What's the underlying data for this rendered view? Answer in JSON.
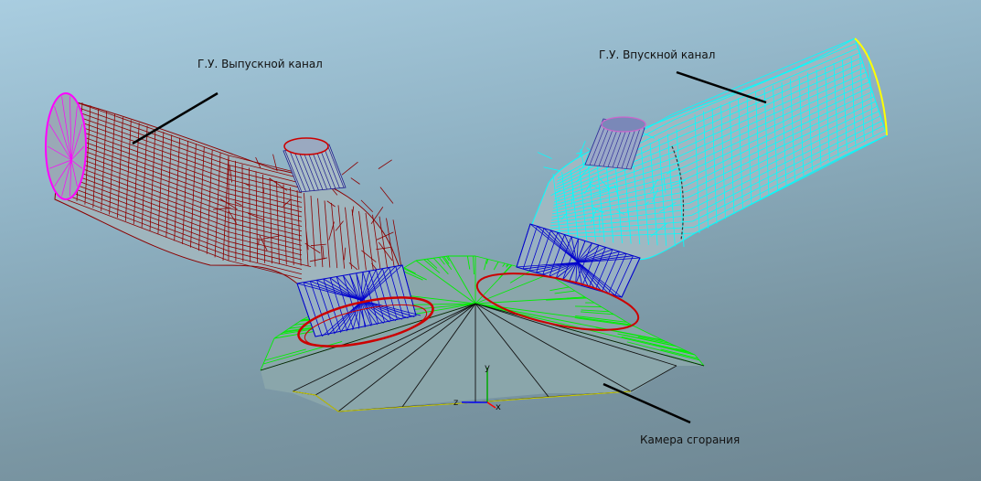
{
  "annotations": {
    "exhaust_label": "Г.У. Выпускной канал",
    "intake_label": "Г.У. Впускной канал",
    "chamber_label": "Камера сгорания"
  },
  "axes": {
    "x_label": "x",
    "y_label": "y",
    "z_label": "z"
  },
  "colors": {
    "background_top": "#a9cde0",
    "background_bottom": "#6d8591",
    "exhaust_mesh": "#8b0000",
    "exhaust_face": "#ff00ff",
    "intake_mesh": "#00ffff",
    "intake_face": "#ffff00",
    "valve_seat_mesh": "#0000cc",
    "chamber_mesh": "#00ee00",
    "chamber_edges": "#111111",
    "valve_ring": "#cc0000"
  }
}
